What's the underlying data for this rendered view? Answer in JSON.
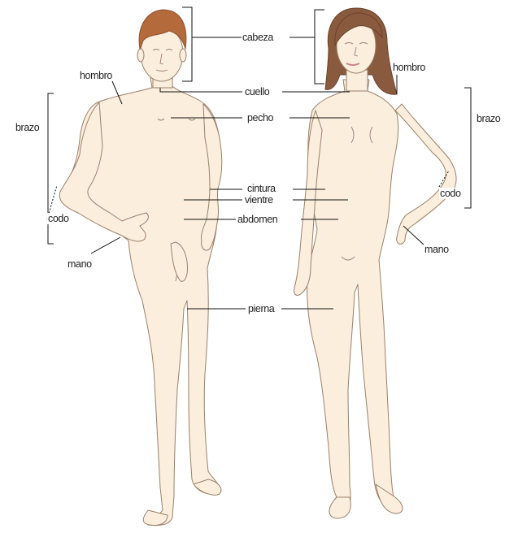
{
  "labels": {
    "cabeza": "cabeza",
    "cuello": "cuello",
    "pecho": "pecho",
    "cintura": "cintura",
    "vientre": "vientre",
    "abdomen": "abdomen",
    "pierna": "pierna",
    "hombro_left": "hombro",
    "hombro_right": "hombro",
    "brazo_left": "brazo",
    "brazo_right": "brazo",
    "codo_left": "codo",
    "codo_right": "codo",
    "mano_left": "mano",
    "mano_right": "mano"
  },
  "colors": {
    "skin": "#fbeedd",
    "skin_outline": "#9a8068",
    "male_hair": "#b56a3c",
    "female_hair": "#8a5a3e",
    "line": "#111111"
  }
}
